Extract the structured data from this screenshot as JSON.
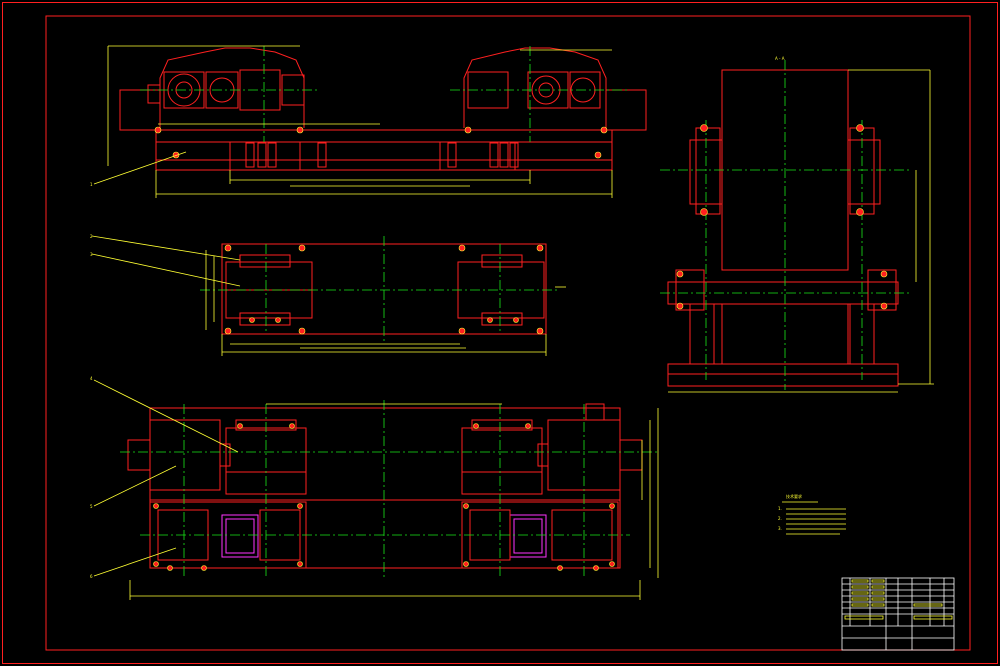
{
  "drawing": {
    "background": "#000000",
    "line_colors": {
      "outline": "#ff2020",
      "dimension": "#ffff33",
      "centerline": "#19e619",
      "section": "#ff33ff",
      "detail": "#33ffff",
      "hidden": "#ffffff"
    },
    "views": [
      "front-view",
      "middle-plan-view",
      "bottom-plan-view",
      "side-view"
    ],
    "balloon_labels": [
      "1",
      "2",
      "3",
      "4",
      "5",
      "6"
    ],
    "section_label": "A - A",
    "notes_title": "技术要求",
    "notes": [
      "1.",
      "2.",
      "3."
    ],
    "title_block": {
      "rows": 6,
      "columns": 8
    }
  }
}
